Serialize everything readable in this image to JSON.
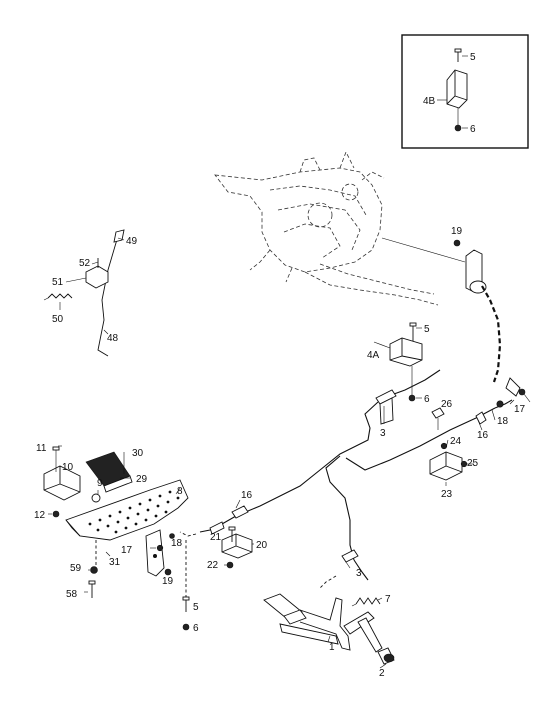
{
  "labels": {
    "n1": "1",
    "n2": "2",
    "n3a": "3",
    "n3b": "3",
    "n4a": "4A",
    "n4b": "4B",
    "n5a": "5",
    "n5b": "5",
    "n5c": "5",
    "n6a": "6",
    "n6b": "6",
    "n6c": "6",
    "n7": "7",
    "n8": "8",
    "n9": "9",
    "n10": "10",
    "n11": "11",
    "n12": "12",
    "n16a": "16",
    "n16b": "16",
    "n17a": "17",
    "n17b": "17",
    "n18a": "18",
    "n18b": "18",
    "n19a": "19",
    "n19b": "19",
    "n20": "20",
    "n21": "21",
    "n22": "22",
    "n23": "23",
    "n24": "24",
    "n25": "25",
    "n26": "26",
    "n29": "29",
    "n30": "30",
    "n31": "31",
    "n48": "48",
    "n49": "49",
    "n50": "50",
    "n51": "51",
    "n52": "52",
    "n58": "58",
    "n59": "59"
  }
}
